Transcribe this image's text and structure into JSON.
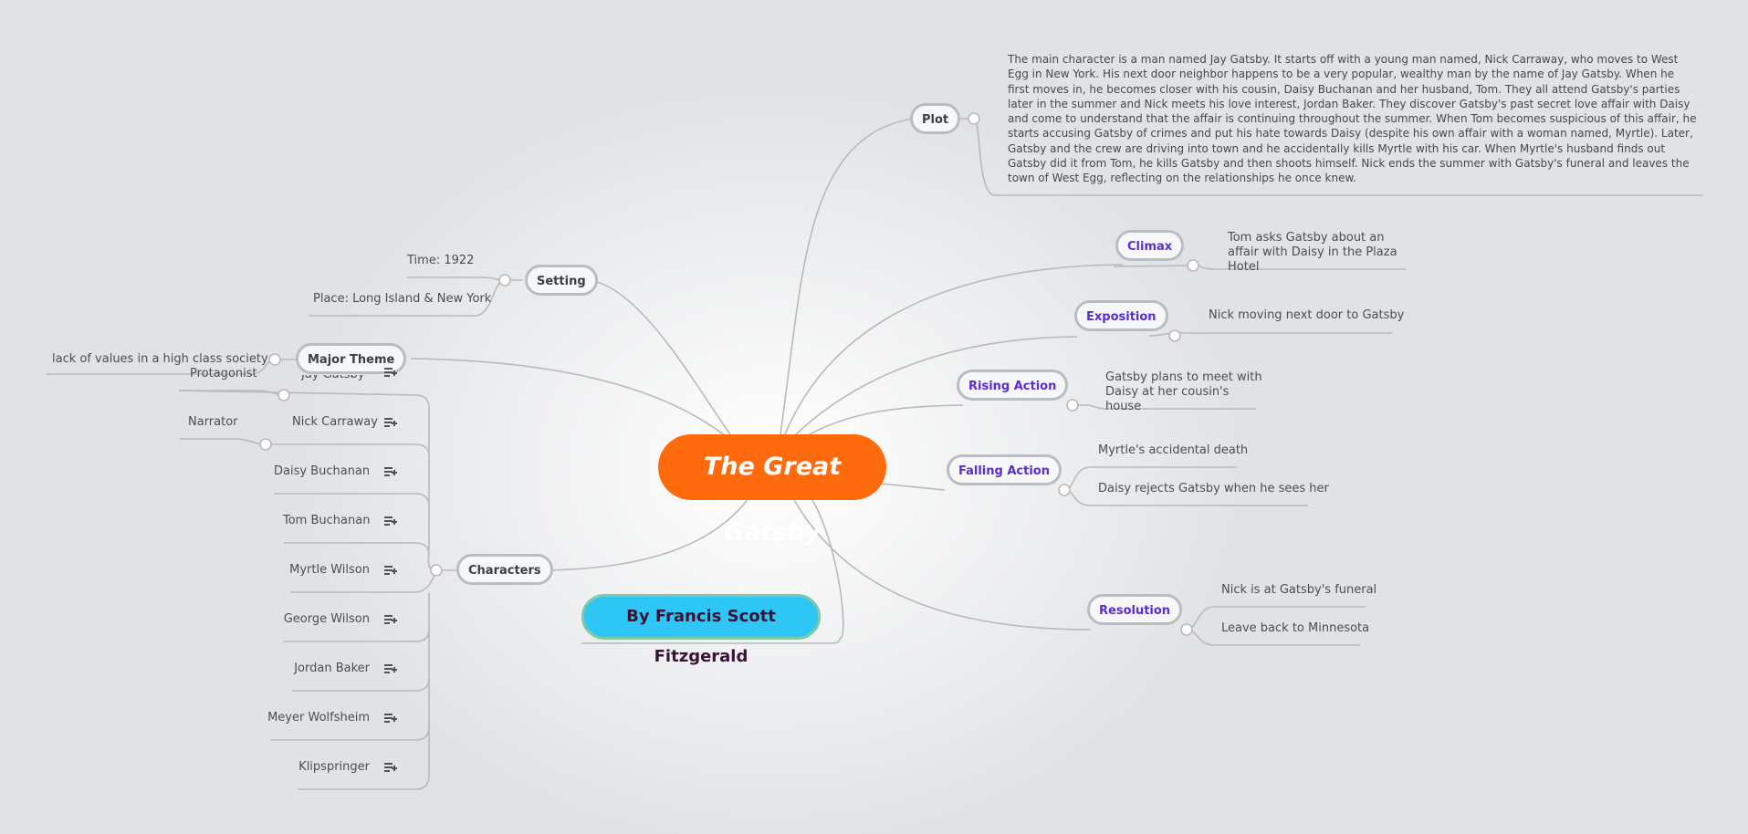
{
  "root": {
    "title": "The Great Gatsby"
  },
  "author": {
    "label": "By Francis Scott Fitzgerald"
  },
  "plot": {
    "label": "Plot",
    "text": "The main character is a man named Jay Gatsby.  It starts off with a young man named, Nick Carraway, who moves to West Egg in New York. His next door neighbor happens to be a very popular, wealthy man by the name of Jay Gatsby. When he first moves in, he becomes closer with his cousin, Daisy Buchanan and her husband, Tom. They all attend Gatsby's parties later in the summer and Nick meets his love interest, Jordan Baker. They discover Gatsby's past secret love affair with Daisy and come to understand that the affair is continuing throughout the summer. When Tom becomes suspicious of this affair, he starts accusing Gatsby of crimes and put his hate towards Daisy (despite his own affair with a woman named, Myrtle). Later, Gatsby and the crew are driving into town and he accidentally kills Myrtle with his car. When Myrtle's husband finds out Gatsby did it from Tom, he kills Gatsby and then shoots himself. Nick ends the summer with Gatsby's funeral and leaves the town of West Egg, reflecting on the relationships he once knew."
  },
  "climax": {
    "label": "Climax",
    "text": "Tom asks Gatsby about an affair with Daisy in the Plaza Hotel"
  },
  "exposition": {
    "label": "Exposition",
    "text": "Nick moving next door to Gatsby"
  },
  "rising_action": {
    "label": "Rising Action",
    "text": "Gatsby plans to meet with Daisy at her cousin's house"
  },
  "falling_action": {
    "label": "Falling Action",
    "items": [
      "Myrtle's accidental death",
      "Daisy rejects Gatsby when he sees her"
    ]
  },
  "resolution": {
    "label": "Resolution",
    "items": [
      "Nick is at Gatsby's funeral",
      "Leave back to Minnesota"
    ]
  },
  "setting": {
    "label": "Setting",
    "items": [
      "Time: 1922",
      "Place: Long Island & New York"
    ]
  },
  "major_theme": {
    "label": "Major Theme",
    "text": "lack of values in a high class society"
  },
  "characters": {
    "label": "Characters",
    "first_partial": "Jay Gatsby",
    "protagonist": "Protagonist",
    "narrator": "Narrator",
    "items": [
      "Nick Carraway",
      "Daisy Buchanan",
      "Tom Buchanan",
      "Myrtle Wilson",
      "George Wilson",
      "Jordan Baker",
      "Meyer Wolfsheim",
      "Klipspringer"
    ]
  },
  "icons": {
    "note": "note-add-icon",
    "collapse": "collapse-circle-icon"
  },
  "colors": {
    "root": "#ff6a0c",
    "author": "#2ec6f4",
    "branch_purple": "#5b2bd6",
    "line": "#b8b9bb"
  }
}
